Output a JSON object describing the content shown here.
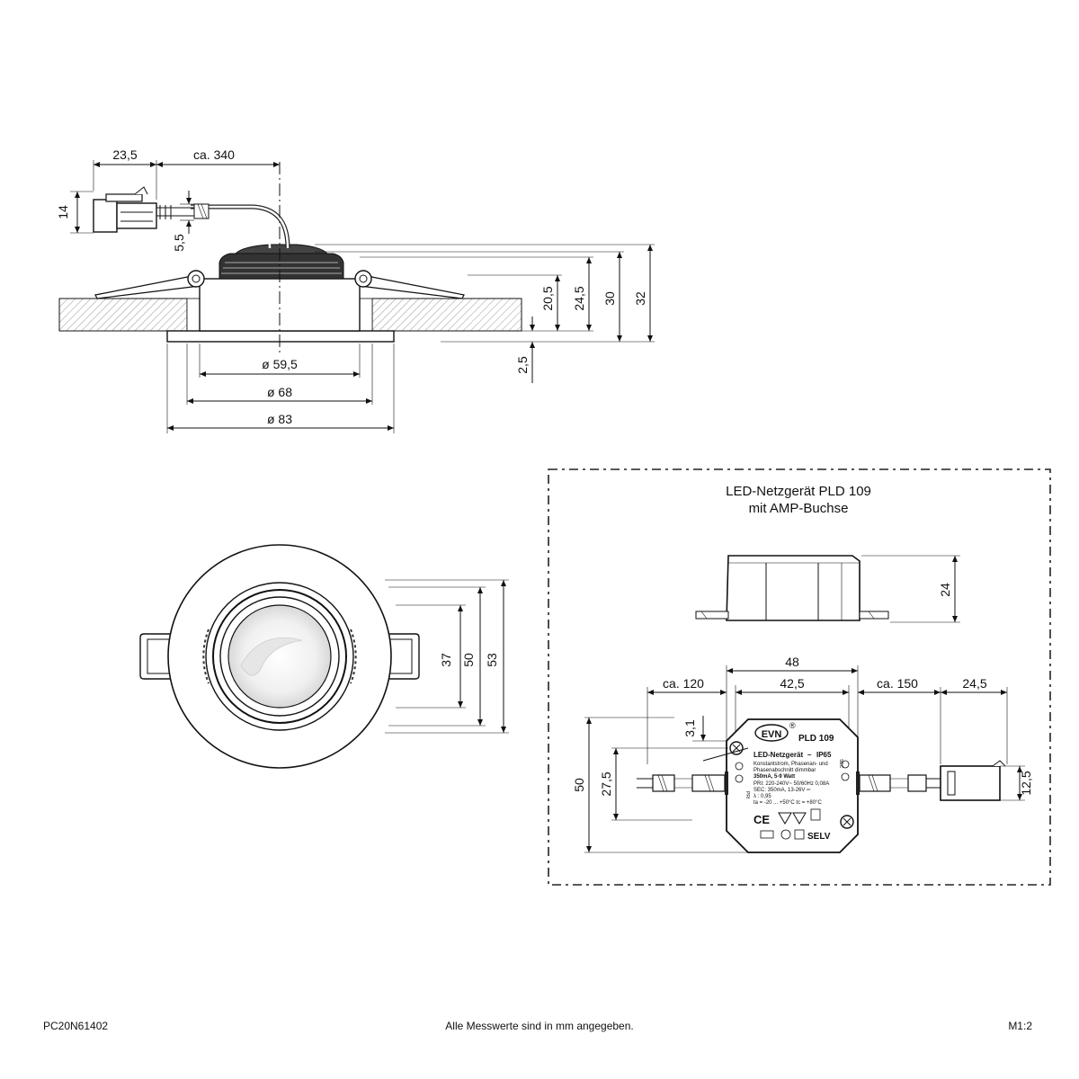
{
  "side_view": {
    "dims": {
      "cable_connector_len": "23,5",
      "cable_len": "ca. 340",
      "connector_height": "14",
      "cable_dia": "5,5",
      "d_cut": "ø 59,5",
      "d_body": "ø 68",
      "d_flange": "ø 83",
      "h_20_5": "20,5",
      "h_24_5": "24,5",
      "h_30": "30",
      "h_32": "32",
      "h_flange": "2,5"
    }
  },
  "top_view": {
    "dims": {
      "d_37": "37",
      "d_50": "50",
      "d_53": "53"
    }
  },
  "psu_panel": {
    "title_line1": "LED-Netzgerät PLD 109",
    "title_line2": "mit AMP-Buchse",
    "dims": {
      "height": "24",
      "width_total": "48",
      "width_inner": "42,5",
      "cable_in": "ca. 120",
      "cable_out": "ca. 150",
      "connector_len": "24,5",
      "offset": "3,1",
      "depth": "50",
      "hole_spacing": "27,5",
      "connector_h": "12,5"
    },
    "label": {
      "brand": "EVN",
      "reg": "®",
      "model": "PLD 109",
      "name": "LED-Netzgerät",
      "dash": "–",
      "ip": "IP65",
      "line1": "Konstantstrom, Phasenan- und",
      "line2": "Phasenabschnitt dimmbar",
      "line3": "350mA, 5-9 Watt",
      "line4": "PRI: 220-240V~  50/60Hz 0,08A",
      "line5": "SEC: 350mA, 13-26V ═",
      "line6": "λ : 0,95",
      "line7": "ta = -20 ... +50°C  tc = +80°C",
      "ce": "CE",
      "selv": "SELV",
      "sec": "SEC",
      "pri": "PRI"
    }
  },
  "footer": {
    "code": "PC20N61402",
    "note": "Alle Messwerte sind in mm angegeben.",
    "scale": "M1:2"
  }
}
